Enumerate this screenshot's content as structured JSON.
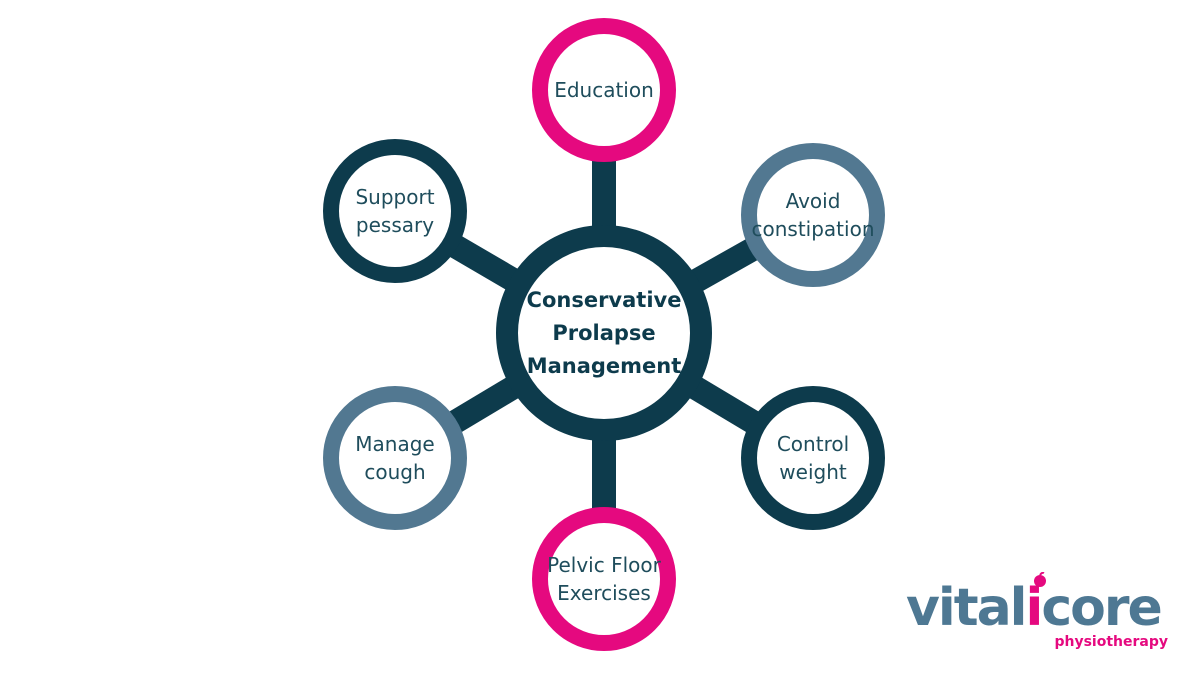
{
  "center": {
    "lines": [
      "Conservative",
      "Prolapse",
      "Management"
    ],
    "color": "#0d3b4c"
  },
  "nodes": [
    {
      "id": "education",
      "lines": [
        "Education"
      ],
      "ring_color": "#e5097f"
    },
    {
      "id": "avoid-constipation",
      "lines": [
        "Avoid",
        "constipation"
      ],
      "ring_color": "#527891"
    },
    {
      "id": "control-weight",
      "lines": [
        "Control",
        "weight"
      ],
      "ring_color": "#0d3b4c"
    },
    {
      "id": "pelvic-floor-exercises",
      "lines": [
        "Pelvic Floor",
        "Exercises"
      ],
      "ring_color": "#e5097f"
    },
    {
      "id": "manage-cough",
      "lines": [
        "Manage",
        "cough"
      ],
      "ring_color": "#527891"
    },
    {
      "id": "support-pessary",
      "lines": [
        "Support",
        "pessary"
      ],
      "ring_color": "#0d3b4c"
    }
  ],
  "connector_color": "#0d3b4c",
  "logo": {
    "vital": "vital",
    "i": "i",
    "core": "core",
    "sub": "physiotherapy",
    "accent": "#e5097f",
    "main": "#4e7893"
  }
}
